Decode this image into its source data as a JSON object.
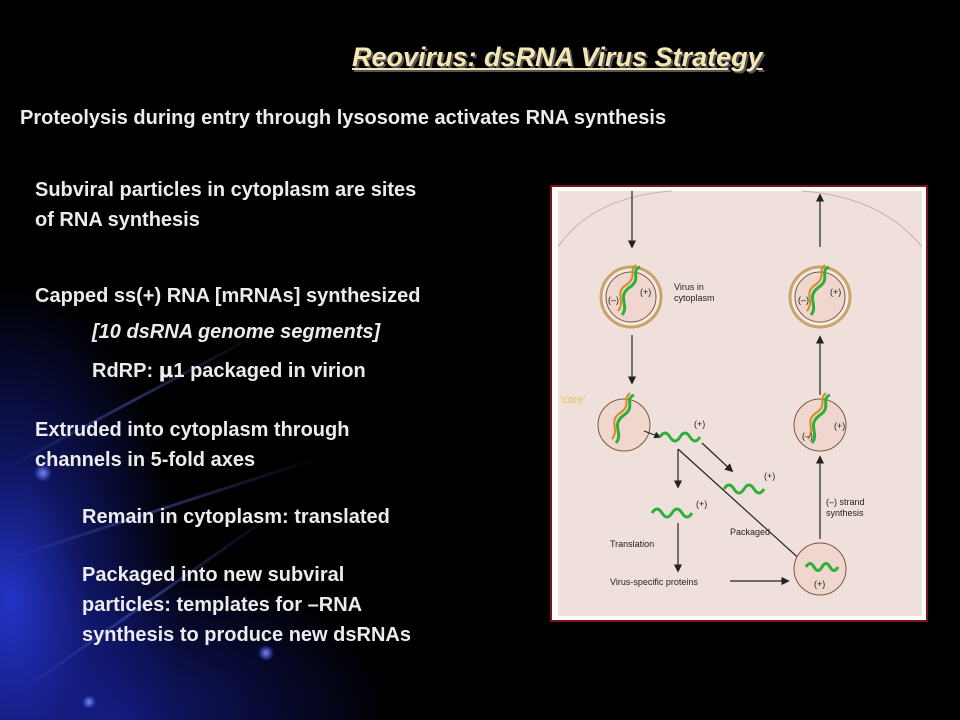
{
  "slide": {
    "title": "Reovirus: dsRNA Virus Strategy",
    "points": {
      "proteolysis": "Proteolysis during entry through lysosome activates RNA synthesis",
      "subviral_line1": "Subviral particles in cytoplasm are sites",
      "subviral_line2": "of RNA synthesis",
      "capped": "Capped ss(+) RNA [mRNAs] synthesized",
      "segments": "[10 dsRNA genome segments]",
      "rdrp_prefix": "RdRP: ",
      "rdrp_mu": "μ",
      "rdrp_suffix": "1 packaged in virion",
      "extruded_line1": "Extruded into cytoplasm through",
      "extruded_line2": "channels in 5-fold axes",
      "remain": "Remain in cytoplasm: translated",
      "packaged_line1": "Packaged into new subviral",
      "packaged_line2": "particles: templates for –RNA",
      "packaged_line3": "synthesis to produce new dsRNAs"
    }
  },
  "figure": {
    "virus_in_cytoplasm": [
      "Virus in",
      "cytoplasm"
    ],
    "core_label": "'core'",
    "minus": "(–)",
    "plus": "(+)",
    "translation": "Translation",
    "packaged": "Packaged",
    "minus_strand": [
      "(–) strand",
      "synthesis"
    ],
    "virus_specific_proteins": "Virus-specific proteins"
  },
  "colors": {
    "title": "#f5e7b2",
    "text": "#ececec",
    "frame": "#7a1414",
    "cell": "#f0e0dc",
    "rna_green": "#2eae3a",
    "rna_orange": "#d98a1f",
    "core_label": "#e0c060"
  }
}
